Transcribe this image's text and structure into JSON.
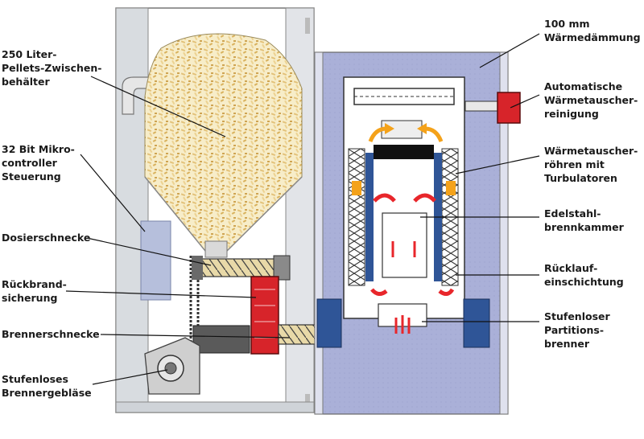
{
  "labels": {
    "pellet_container": [
      "250 Liter-",
      "Pellets-Zwischen-",
      "behälter"
    ],
    "microcontroller": [
      "32 Bit Mikro-",
      "controller",
      "Steuerung"
    ],
    "dosing_screw": [
      "Dosierschnecke"
    ],
    "burnback_protection": [
      "Rückbrand-",
      "sicherung"
    ],
    "burner_screw": [
      "Brennerschnecke"
    ],
    "burner_fan": [
      "Stufenloses",
      "Brennergebläse"
    ],
    "insulation": [
      "100 mm",
      "Wärmedämmung"
    ],
    "heat_exchanger_cleaning": [
      "Automatische",
      "Wärmetauscher-",
      "reinigung"
    ],
    "heat_exchanger_tubes": [
      "Wärmetauscher-",
      "röhren mit",
      "Turbulatoren"
    ],
    "combustion_chamber": [
      "Edelstahl-",
      "brennkammer"
    ],
    "return_stratification": [
      "Rücklauf-",
      "einschichtung"
    ],
    "partition_burner": [
      "Stufenloser",
      "Partitions-",
      "brenner"
    ]
  },
  "colors": {
    "insulation": "#a9afd6",
    "water_jacket": "#2f5597",
    "flame_arrow": "#e8262b",
    "flue_arrow": "#f4a21a",
    "pellets": "#e9d28e",
    "safety_red": "#d7242a",
    "frame": "#c8c8cc",
    "leader": "#111111"
  }
}
